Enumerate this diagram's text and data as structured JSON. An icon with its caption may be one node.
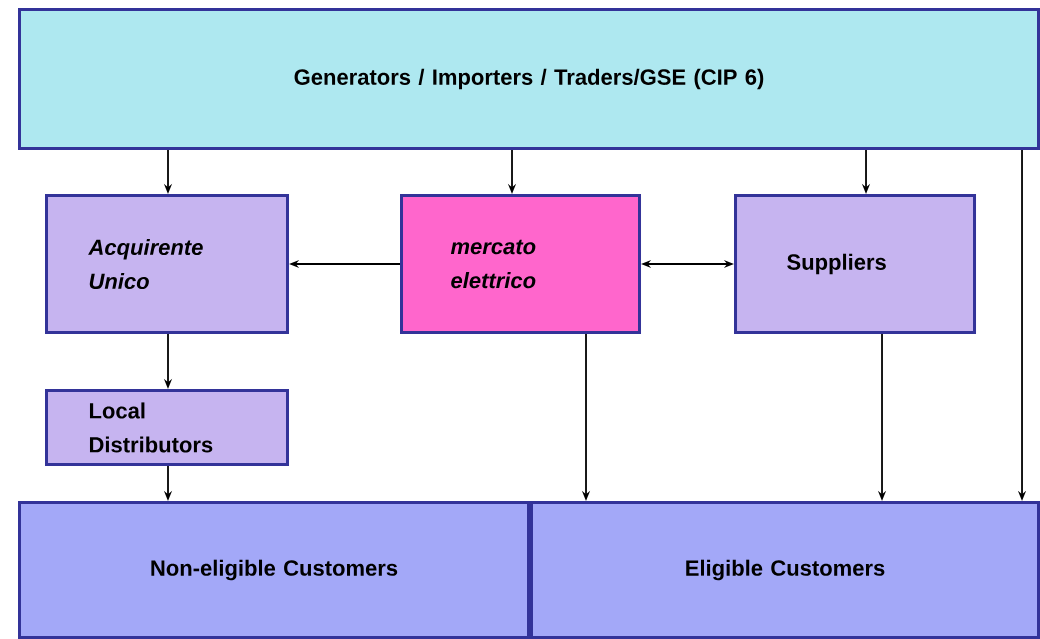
{
  "diagram": {
    "nodes": [
      {
        "text": [
          "Generators / Importers / Traders/GSE (CIP 6)"
        ]
      },
      {
        "text": [
          "Acquirente Unico"
        ]
      },
      {
        "text": [
          "mercato elettrico"
        ]
      },
      {
        "text": [
          "Suppliers"
        ]
      },
      {
        "text": [
          "Local Distributors"
        ]
      },
      {
        "text": [
          "Non-eligible Customers"
        ]
      },
      {
        "text": [
          "Eligible Customers"
        ]
      }
    ],
    "edges": [
      {
        "from": 0,
        "to": 1,
        "arrow": "to"
      },
      {
        "from": 0,
        "to": 2,
        "arrow": "to"
      },
      {
        "from": 0,
        "to": 3,
        "arrow": "to"
      },
      {
        "from": 0,
        "to": 6,
        "arrow": "to"
      },
      {
        "from": 2,
        "to": 1,
        "arrow": "to"
      },
      {
        "from": 2,
        "to": 3,
        "arrow": "both"
      },
      {
        "from": 1,
        "to": 4,
        "arrow": "to"
      },
      {
        "from": 4,
        "to": 5,
        "arrow": "to"
      },
      {
        "from": 2,
        "to": 6,
        "arrow": "to"
      },
      {
        "from": 3,
        "to": 6,
        "arrow": "to"
      }
    ]
  }
}
